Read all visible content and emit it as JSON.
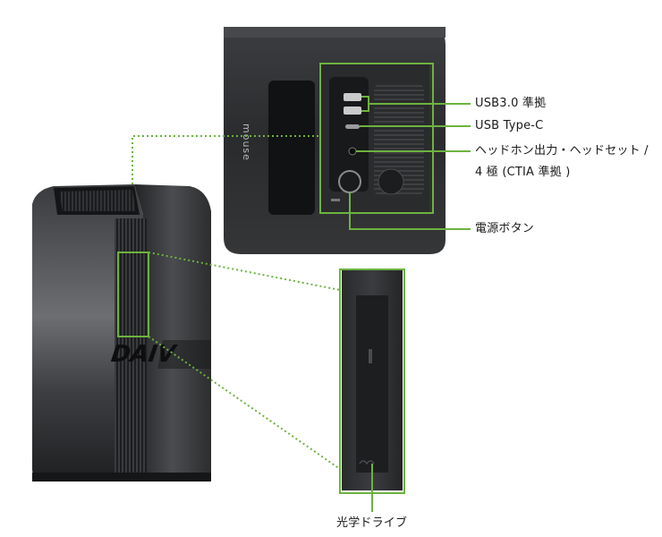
{
  "product": {
    "brand_mark": "mouse",
    "logo_text": "DAIV"
  },
  "callouts": {
    "usb3": "USB3.0 準拠",
    "usb_type_c": "USB Type-C",
    "headphone_line1": "ヘッドホン出力・ヘッドセット /",
    "headphone_line2": "4 極 (CTIA 準拠 )",
    "power_button": "電源ボタン",
    "optical_drive": "光学ドライブ"
  },
  "colors": {
    "accent_green": "#6db33f",
    "case_dark": "#2f3032",
    "background": "#ffffff"
  }
}
